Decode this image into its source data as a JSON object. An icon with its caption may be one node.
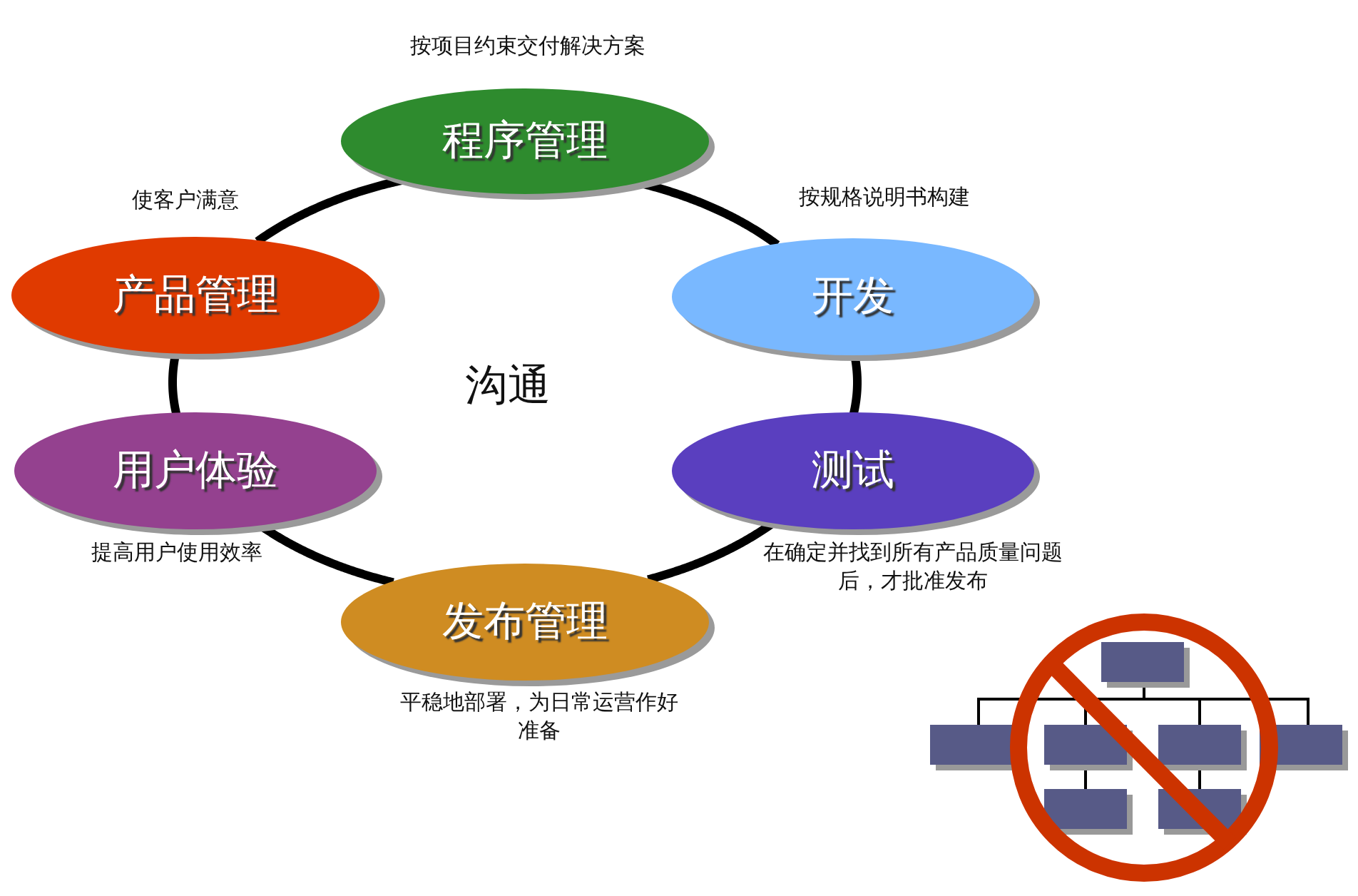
{
  "diagram": {
    "nodes": [
      {
        "text": [
          "程序管理"
        ],
        "beside": [
          "按项目约束交付解决方案"
        ]
      },
      {
        "text": [
          "开发"
        ],
        "beside": [
          "按规格说明书构建"
        ]
      },
      {
        "text": [
          "测试"
        ],
        "beside": [
          "在确定并找到所有产品质量问题后，才批准发布"
        ]
      },
      {
        "text": [
          "发布管理"
        ],
        "beside": [
          "平稳地部署，为日常运营作好准备"
        ]
      },
      {
        "text": [
          "用户体验"
        ],
        "beside": [
          "提高用户使用效率"
        ]
      },
      {
        "text": [
          "产品管理"
        ],
        "beside": [
          "使客户满意"
        ]
      }
    ],
    "edges": [
      {
        "from": 0,
        "to": 1,
        "arrow": "none"
      },
      {
        "from": 1,
        "to": 2,
        "arrow": "none"
      },
      {
        "from": 2,
        "to": 3,
        "arrow": "none"
      },
      {
        "from": 3,
        "to": 4,
        "arrow": "none"
      },
      {
        "from": 4,
        "to": 5,
        "arrow": "none"
      },
      {
        "from": 5,
        "to": 0,
        "arrow": "none"
      }
    ],
    "labels": [
      "沟通"
    ]
  }
}
